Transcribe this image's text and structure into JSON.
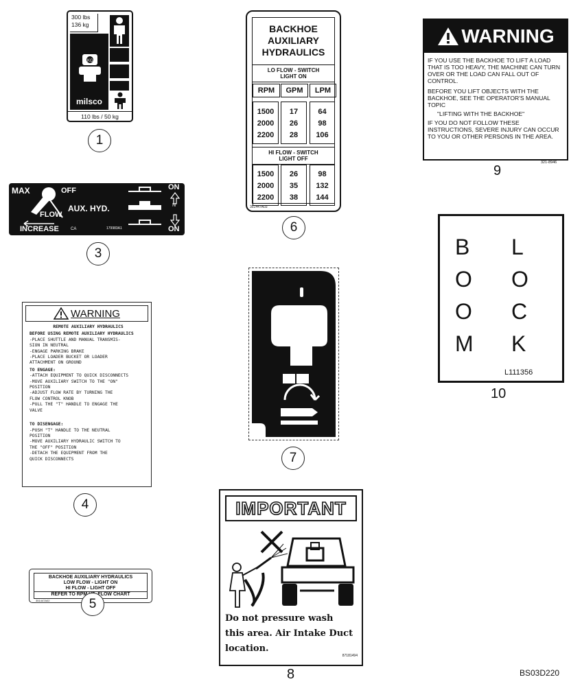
{
  "figure_id": "BS03D220",
  "callouts": {
    "c1": "1",
    "c3": "3",
    "c4": "4",
    "c5": "5",
    "c6": "6",
    "c7": "7",
    "c8": "8",
    "c9": "9",
    "c10": "10"
  },
  "decal1": {
    "capacity_lbs": "300 lbs",
    "capacity_kg": "136 kg",
    "brand": "milsco",
    "min_weight": "110 lbs / 50 kg"
  },
  "decal3": {
    "max": "MAX",
    "off_top": "OFF",
    "flow": "FLOW",
    "increase": "INCREASE",
    "ca": "CA",
    "aux_hyd": "AUX. HYD.",
    "part_no": "179983A1",
    "on_top": "ON",
    "on_bottom": "ON",
    "n_mark": "N"
  },
  "decal6": {
    "title_lines": [
      "BACKHOE",
      "AUXILIARY",
      "HYDRAULICS"
    ],
    "lo_flow_line1": "LO FLOW - SWITCH",
    "lo_flow_line2": "LIGHT ON",
    "headers": [
      "RPM",
      "GPM",
      "LPM"
    ],
    "lo_rows": [
      [
        "1500",
        "17",
        "64"
      ],
      [
        "2000",
        "26",
        "98"
      ],
      [
        "2200",
        "28",
        "106"
      ]
    ],
    "hi_flow_line1": "HI FLOW - SWITCH",
    "hi_flow_line2": "LIGHT OFF",
    "hi_rows": [
      [
        "1500",
        "26",
        "98"
      ],
      [
        "2000",
        "35",
        "132"
      ],
      [
        "2200",
        "38",
        "144"
      ]
    ],
    "part_no": "351447A03"
  },
  "decal9": {
    "header": "WARNING",
    "p1": "IF YOU USE THE BACKHOE TO LIFT A LOAD THAT IS TOO HEAVY, THE MACHINE CAN TURN OVER OR THE LOAD CAN FALL OUT OF CONTROL.",
    "p2": "BEFORE YOU LIFT OBJECTS WITH THE BACKHOE, SEE THE OPERATOR'S MANUAL TOPIC",
    "p3": "\"LIFTING WITH THE BACKHOE\"",
    "p4": "IF YOU DO NOT FOLLOW THESE INSTRUCTIONS, SEVERE INJURY CAN OCCUR TO YOU OR OTHER PERSONS IN THE AREA.",
    "part_no": "321-8946"
  },
  "decal10": {
    "col1": [
      "B",
      "O",
      "O",
      "M"
    ],
    "col2": [
      "L",
      "O",
      "C",
      "K"
    ],
    "part_no": "L111356"
  },
  "decal4": {
    "header": "WARNING",
    "subtitle": "REMOTE AUXILIARY HYDRAULICS",
    "before": "BEFORE USING REMOTE AUXILIARY HYDRAULICS",
    "before_items": [
      "-PLACE SHUTTLE AND MANUAL TRANSMIS-",
      " SION IN NEUTRAL",
      "-ENGAGE PARKING BRAKE",
      "-PLACE LOADER BUCKET OR LOADER",
      " ATTACHMENT ON GROUND"
    ],
    "engage": "TO ENGAGE:",
    "engage_items": [
      "-ATTACH EQUIPMENT TO QUICK DISCONNECTS",
      "-MOVE AUXILIARY SWITCH TO THE \"ON\"",
      " POSITION",
      "-ADJUST FLOW RATE BY TURNING THE",
      " FLOW CONTROL KNOB",
      "-PULL THE \"T\" HANDLE TO ENGAGE THE",
      " VALVE"
    ],
    "disengage": "TO DISENGAGE:",
    "disengage_items": [
      "-PUSH \"T\" HANDLE TO THE NEUTRAL",
      " POSITION",
      "-MOVE AUXILIARY HYDRAULIC SWITCH TO",
      " THE \"OFF\" POSITION",
      "-DETACH THE EQUIPMENT FROM THE",
      " QUICK DISCONNECTS"
    ]
  },
  "decal5": {
    "line1": "BACKHOE AUXILIARY HYDRAULICS",
    "line2": "LOW FLOW - LIGHT ON",
    "line3": "HI FLOW - LIGHT OFF",
    "line4": "REFER TO RPM VS. FLOW CHART",
    "part_no": "351447A02"
  },
  "decal8": {
    "header": "IMPORTANT",
    "text_lines": [
      "Do not pressure wash",
      "this area. Air Intake Duct",
      "location."
    ],
    "part_no": "87181494"
  }
}
